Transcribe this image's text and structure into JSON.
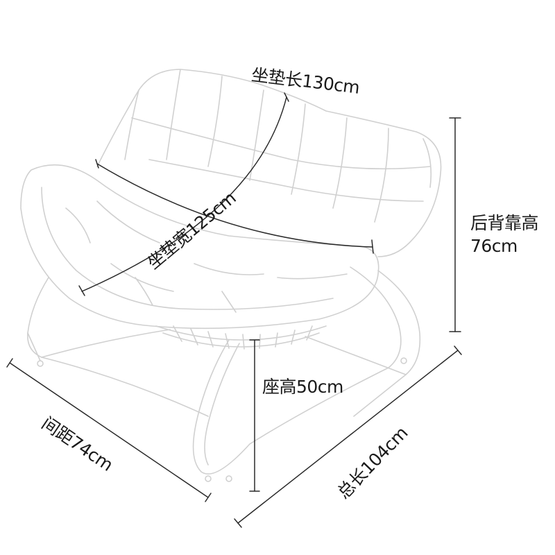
{
  "dimensions": {
    "seat_cushion_length": "坐垫长130cm",
    "seat_cushion_width": "坐垫宽125cm",
    "backrest_height_label": "后背靠高",
    "backrest_height_value": "76cm",
    "seat_height": "座高50cm",
    "spacing": "间距74cm",
    "total_length": "总长104cm"
  },
  "colors": {
    "outline": "#d2d2d2",
    "dimension_line": "#2a2a2a",
    "text": "#1a1a1a",
    "background": "#ffffff"
  }
}
